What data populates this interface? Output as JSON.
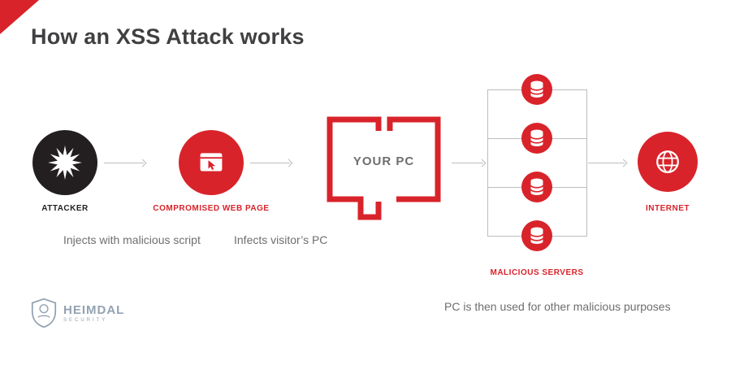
{
  "title": "How an XSS Attack works",
  "colors": {
    "red": "#d9232a",
    "black": "#231f20",
    "gray_text": "#6d6e71",
    "line_gray": "#bdbdbd",
    "logo_gray": "#93a2b2"
  },
  "flow": {
    "attacker": {
      "label": "ATTACKER",
      "icon": "starburst-icon"
    },
    "compromised_web_page": {
      "label": "COMPROMISED WEB PAGE",
      "icon": "browser-cursor-icon"
    },
    "your_pc": {
      "label": "YOUR PC"
    },
    "malicious_servers": {
      "label": "MALICIOUS SERVERS",
      "count": 4,
      "icon": "database-icon"
    },
    "internet": {
      "label": "INTERNET",
      "icon": "globe-icon"
    }
  },
  "captions": {
    "injects": "Injects with malicious script",
    "infects": "Infects visitor’s PC",
    "pc_used": "PC is then used for other malicious purposes"
  },
  "logo": {
    "brand": "HEIMDAL",
    "sub": "SECURITY"
  }
}
